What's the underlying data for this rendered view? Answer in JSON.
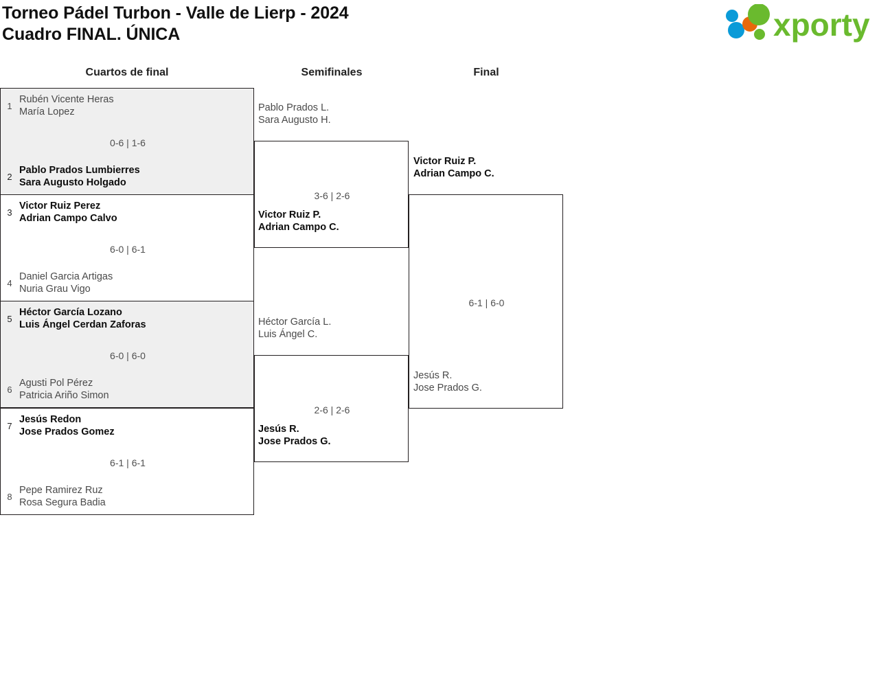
{
  "header": {
    "title_line1": "Torneo Pádel Turbon - Valle de Lierp - 2024",
    "title_line2": "Cuadro FINAL. ÚNICA",
    "logo_text": "xporty",
    "logo_colors": {
      "green": "#6aba2e",
      "orange": "#e8690b",
      "blue": "#0a9bd8"
    }
  },
  "rounds": [
    {
      "label": "Cuartos de final"
    },
    {
      "label": "Semifinales"
    },
    {
      "label": "Final"
    }
  ],
  "quarterfinals": [
    {
      "score": "0-6 | 1-6",
      "shaded": true,
      "top": {
        "seed": "1",
        "line1": "Rubén Vicente Heras",
        "line2": "María Lopez",
        "winner": false
      },
      "bottom": {
        "seed": "2",
        "line1": "Pablo Prados Lumbierres",
        "line2": "Sara Augusto Holgado",
        "winner": true
      }
    },
    {
      "score": "6-0 | 6-1",
      "shaded": false,
      "top": {
        "seed": "3",
        "line1": "Victor Ruiz Perez",
        "line2": "Adrian Campo Calvo",
        "winner": true
      },
      "bottom": {
        "seed": "4",
        "line1": "Daniel Garcia Artigas",
        "line2": "Nuria Grau Vigo",
        "winner": false
      }
    },
    {
      "score": "6-0 | 6-0",
      "shaded": true,
      "top": {
        "seed": "5",
        "line1": "Héctor García Lozano",
        "line2": "Luis Ángel Cerdan Zaforas",
        "winner": true
      },
      "bottom": {
        "seed": "6",
        "line1": "Agusti Pol Pérez",
        "line2": "Patricia Ariño Simon",
        "winner": false
      }
    },
    {
      "score": "6-1 | 6-1",
      "shaded": false,
      "top": {
        "seed": "7",
        "line1": "Jesús Redon",
        "line2": "Jose Prados Gomez",
        "winner": true
      },
      "bottom": {
        "seed": "8",
        "line1": "Pepe Ramirez Ruz",
        "line2": "Rosa Segura Badia",
        "winner": false
      }
    }
  ],
  "semifinals": [
    {
      "score": "3-6 | 2-6",
      "top": {
        "line1": "Pablo Prados L.",
        "line2": "Sara Augusto H.",
        "winner": false
      },
      "bottom": {
        "line1": "Victor Ruiz P.",
        "line2": "Adrian Campo C.",
        "winner": true
      }
    },
    {
      "score": "2-6 | 2-6",
      "top": {
        "line1": "Héctor García L.",
        "line2": "Luis Ángel C.",
        "winner": false
      },
      "bottom": {
        "line1": "Jesús R.",
        "line2": "Jose Prados G.",
        "winner": true
      }
    }
  ],
  "final": {
    "score": "6-1 | 6-0",
    "top": {
      "line1": "Victor Ruiz P.",
      "line2": "Adrian Campo C.",
      "winner": true
    },
    "bottom": {
      "line1": "Jesús R.",
      "line2": "Jose Prados G.",
      "winner": false
    }
  }
}
